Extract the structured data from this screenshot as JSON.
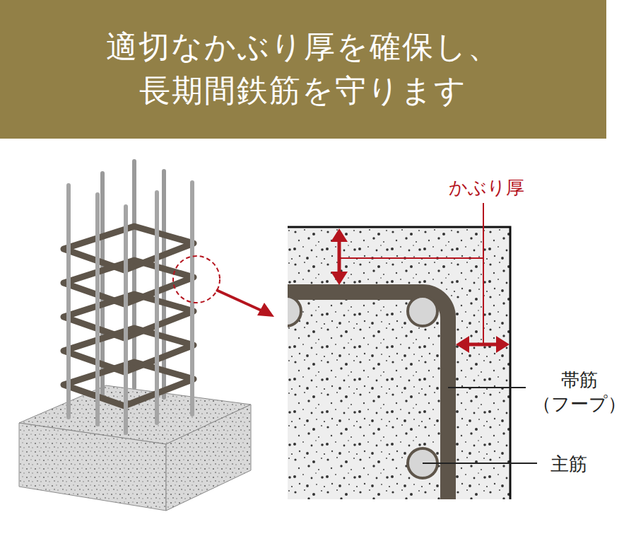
{
  "diagram": {
    "title": "適切なかぶり厚を確保し、 長期間鉄筋を守ります",
    "labels": [
      "かぶり厚",
      "帯筋 （フープ）",
      "主筋"
    ]
  }
}
